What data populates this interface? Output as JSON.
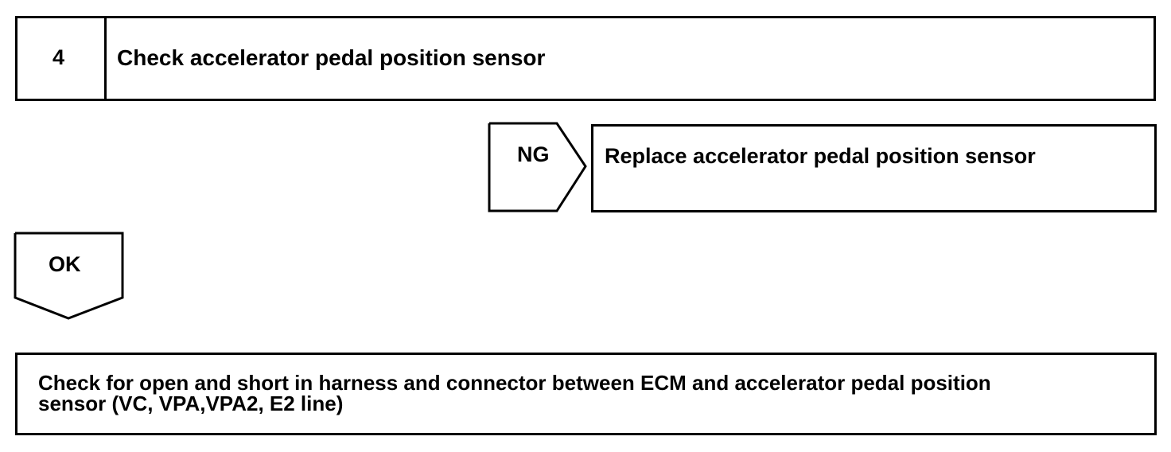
{
  "step": {
    "number": "4",
    "title": "Check accelerator pedal position sensor"
  },
  "ng_branch": {
    "label": "NG",
    "action": "Replace accelerator pedal position sensor"
  },
  "ok_branch": {
    "label": "OK"
  },
  "next_step": {
    "line1": "Check for open and short in harness and connector between ECM and accelerator pedal position",
    "line2": "sensor (VC, VPA,VPA2, E2 line)"
  }
}
